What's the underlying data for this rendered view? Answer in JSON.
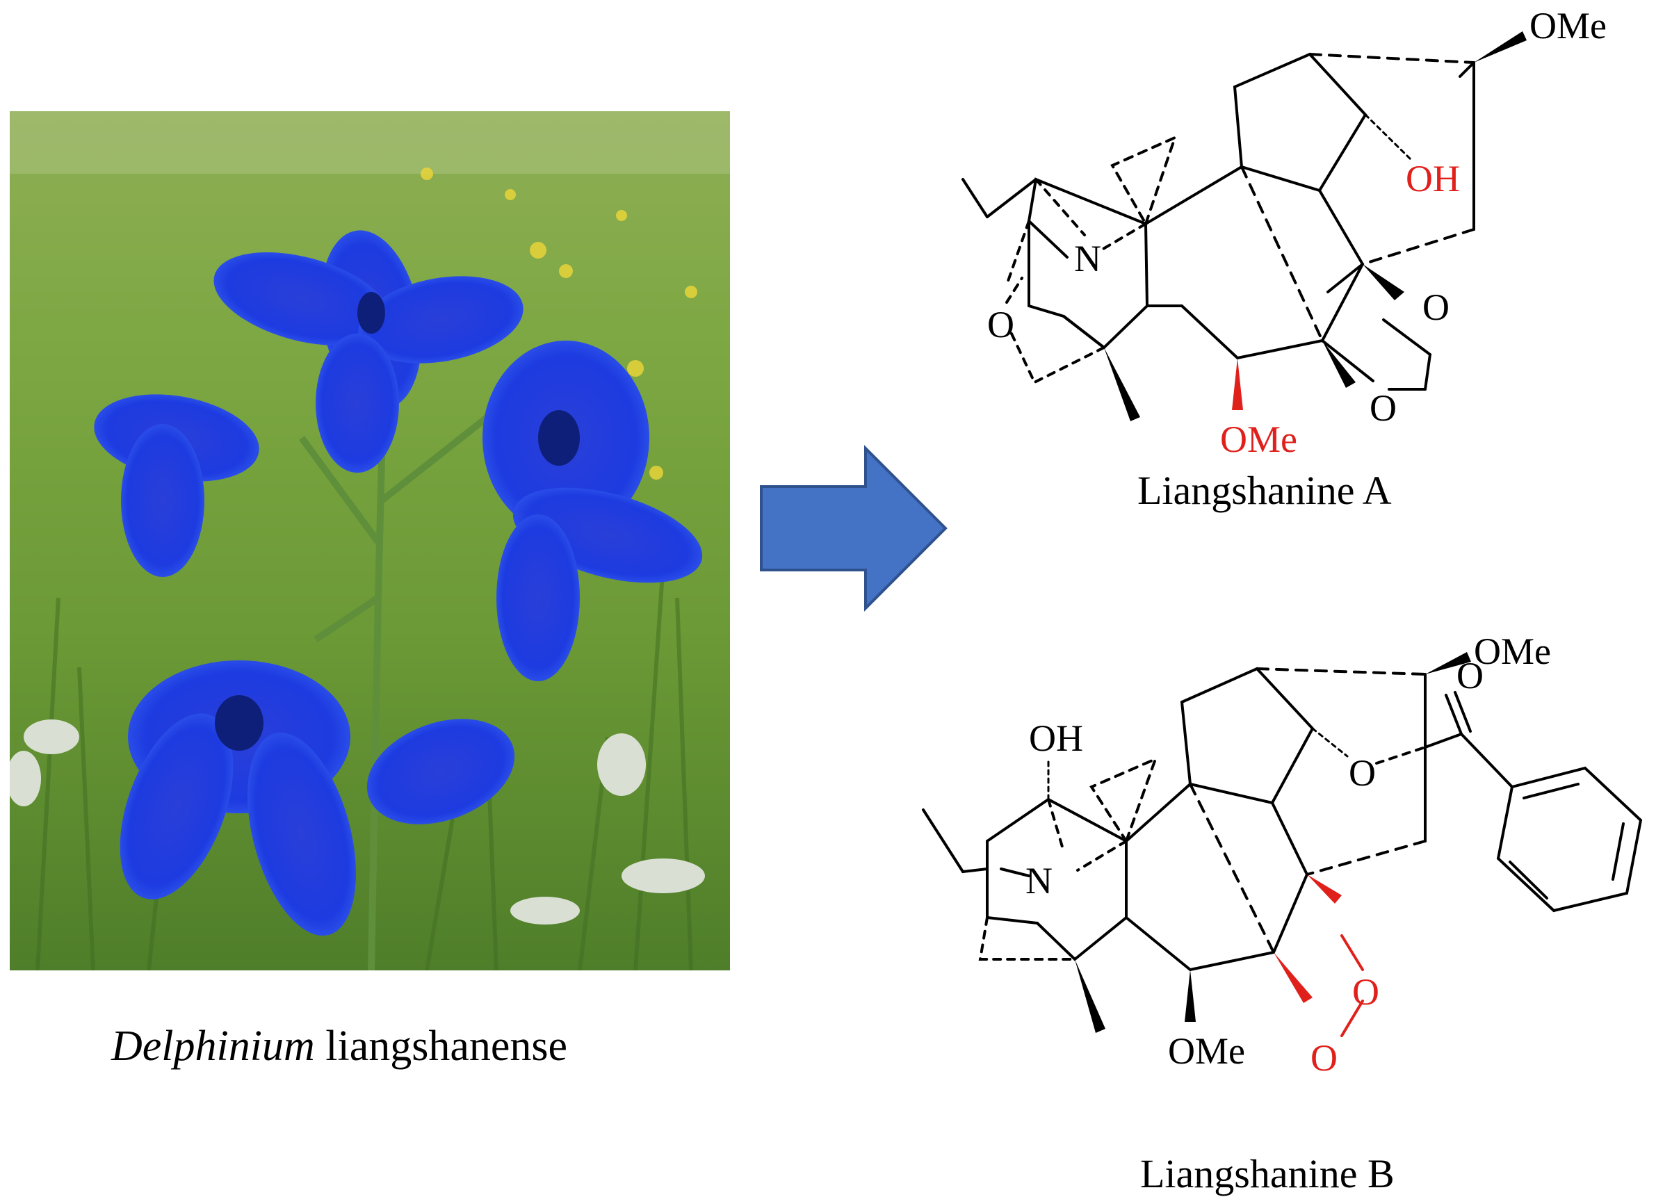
{
  "photo": {
    "caption_genus": "Delphinium",
    "caption_species": "liangshanense"
  },
  "arrow": {
    "color": "#4472c4",
    "border": "#2f528f"
  },
  "molecule_a": {
    "name": "Liangshanine A",
    "labels": {
      "ome_top": "OMe",
      "oh": "OH",
      "n": "N",
      "o_ring": "O",
      "o1": "O",
      "o2": "O",
      "ome_bottom": "OMe"
    }
  },
  "molecule_b": {
    "name": "Liangshanine B",
    "labels": {
      "ome_top": "OMe",
      "o_carbonyl": "O",
      "o_ester": "O",
      "oh": "OH",
      "n": "N",
      "o1": "O",
      "o2": "O",
      "ome_bottom": "OMe"
    }
  },
  "colors": {
    "highlight": "#e0201b",
    "bond": "#000000"
  }
}
